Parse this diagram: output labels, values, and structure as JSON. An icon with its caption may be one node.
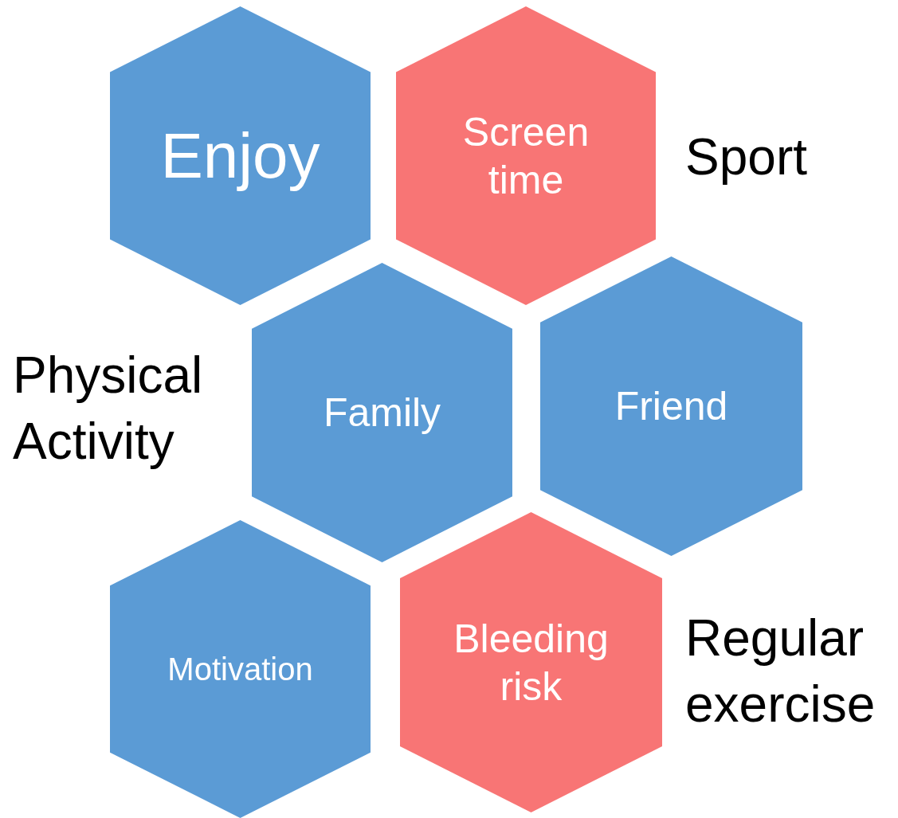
{
  "diagram": {
    "nodes": [
      {
        "text": [
          "Enjoy"
        ]
      },
      {
        "text": [
          "Screen time"
        ]
      },
      {
        "text": [
          "Family"
        ]
      },
      {
        "text": [
          "Friend"
        ]
      },
      {
        "text": [
          "Motivation"
        ]
      },
      {
        "text": [
          "Bleeding risk"
        ]
      }
    ],
    "labels": [
      "Sport",
      "Physical Activity",
      "Regular exercise"
    ]
  }
}
